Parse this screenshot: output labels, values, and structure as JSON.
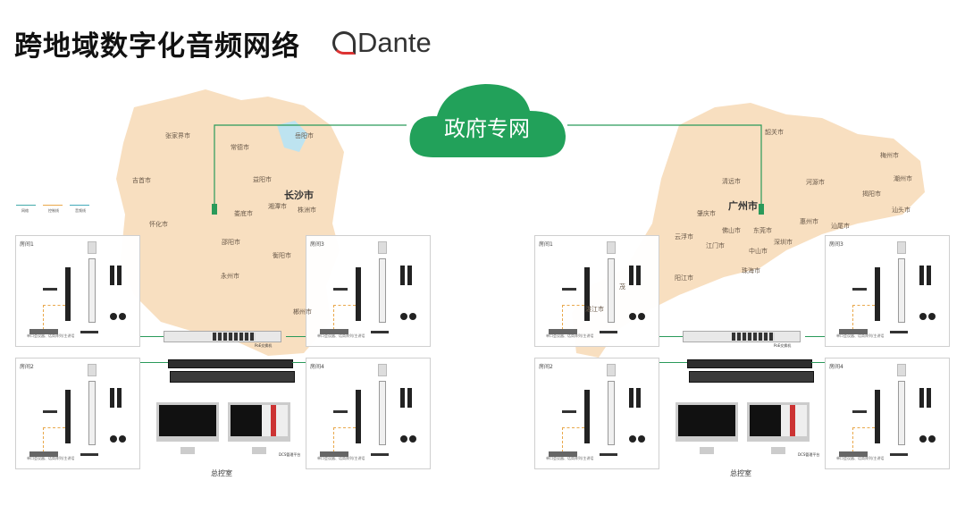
{
  "header": {
    "title": "跨地域数字化音频网络",
    "logo_text": "Dante"
  },
  "cloud": {
    "label": "政府专网",
    "color": "#22a15a"
  },
  "colors": {
    "map": "#f8dfc0",
    "link": "#2a9a5a",
    "water": "#bde3f0",
    "room_border": "#cfcfcf"
  },
  "legend": [
    "网络",
    "控制线",
    "音频线"
  ],
  "left": {
    "cities": [
      "张家界市",
      "常德市",
      "岳阳市",
      "吉首市",
      "益阳市",
      "长沙市",
      "娄底市",
      "湘潭市",
      "株洲市",
      "怀化市",
      "邵阳市",
      "衡阳市",
      "永州市",
      "郴州市"
    ],
    "rooms": [
      "房间1",
      "房间2",
      "房间3",
      "房间4"
    ],
    "control_room": "总控室",
    "room_caption": "单口会议器、话筒阵列/主讲话",
    "switch_caption": "PoE交换机",
    "monitor_caption": "DCS管理平台"
  },
  "right": {
    "cities": [
      "韶关市",
      "清远市",
      "广州市",
      "肇庆市",
      "佛山市",
      "东莞市",
      "河源市",
      "梅州市",
      "潮州市",
      "揭阳市",
      "汕头市",
      "惠州市",
      "汕尾市",
      "云浮市",
      "江门市",
      "中山市",
      "深圳市",
      "珠海市",
      "阳江市",
      "茂",
      "湛江市"
    ],
    "rooms": [
      "房间1",
      "房间2",
      "房间3",
      "房间4"
    ],
    "control_room": "总控室",
    "room_caption": "单口会议器、话筒阵列/主讲话",
    "switch_caption": "PoE交换机",
    "monitor_caption": "DCS管理平台"
  }
}
